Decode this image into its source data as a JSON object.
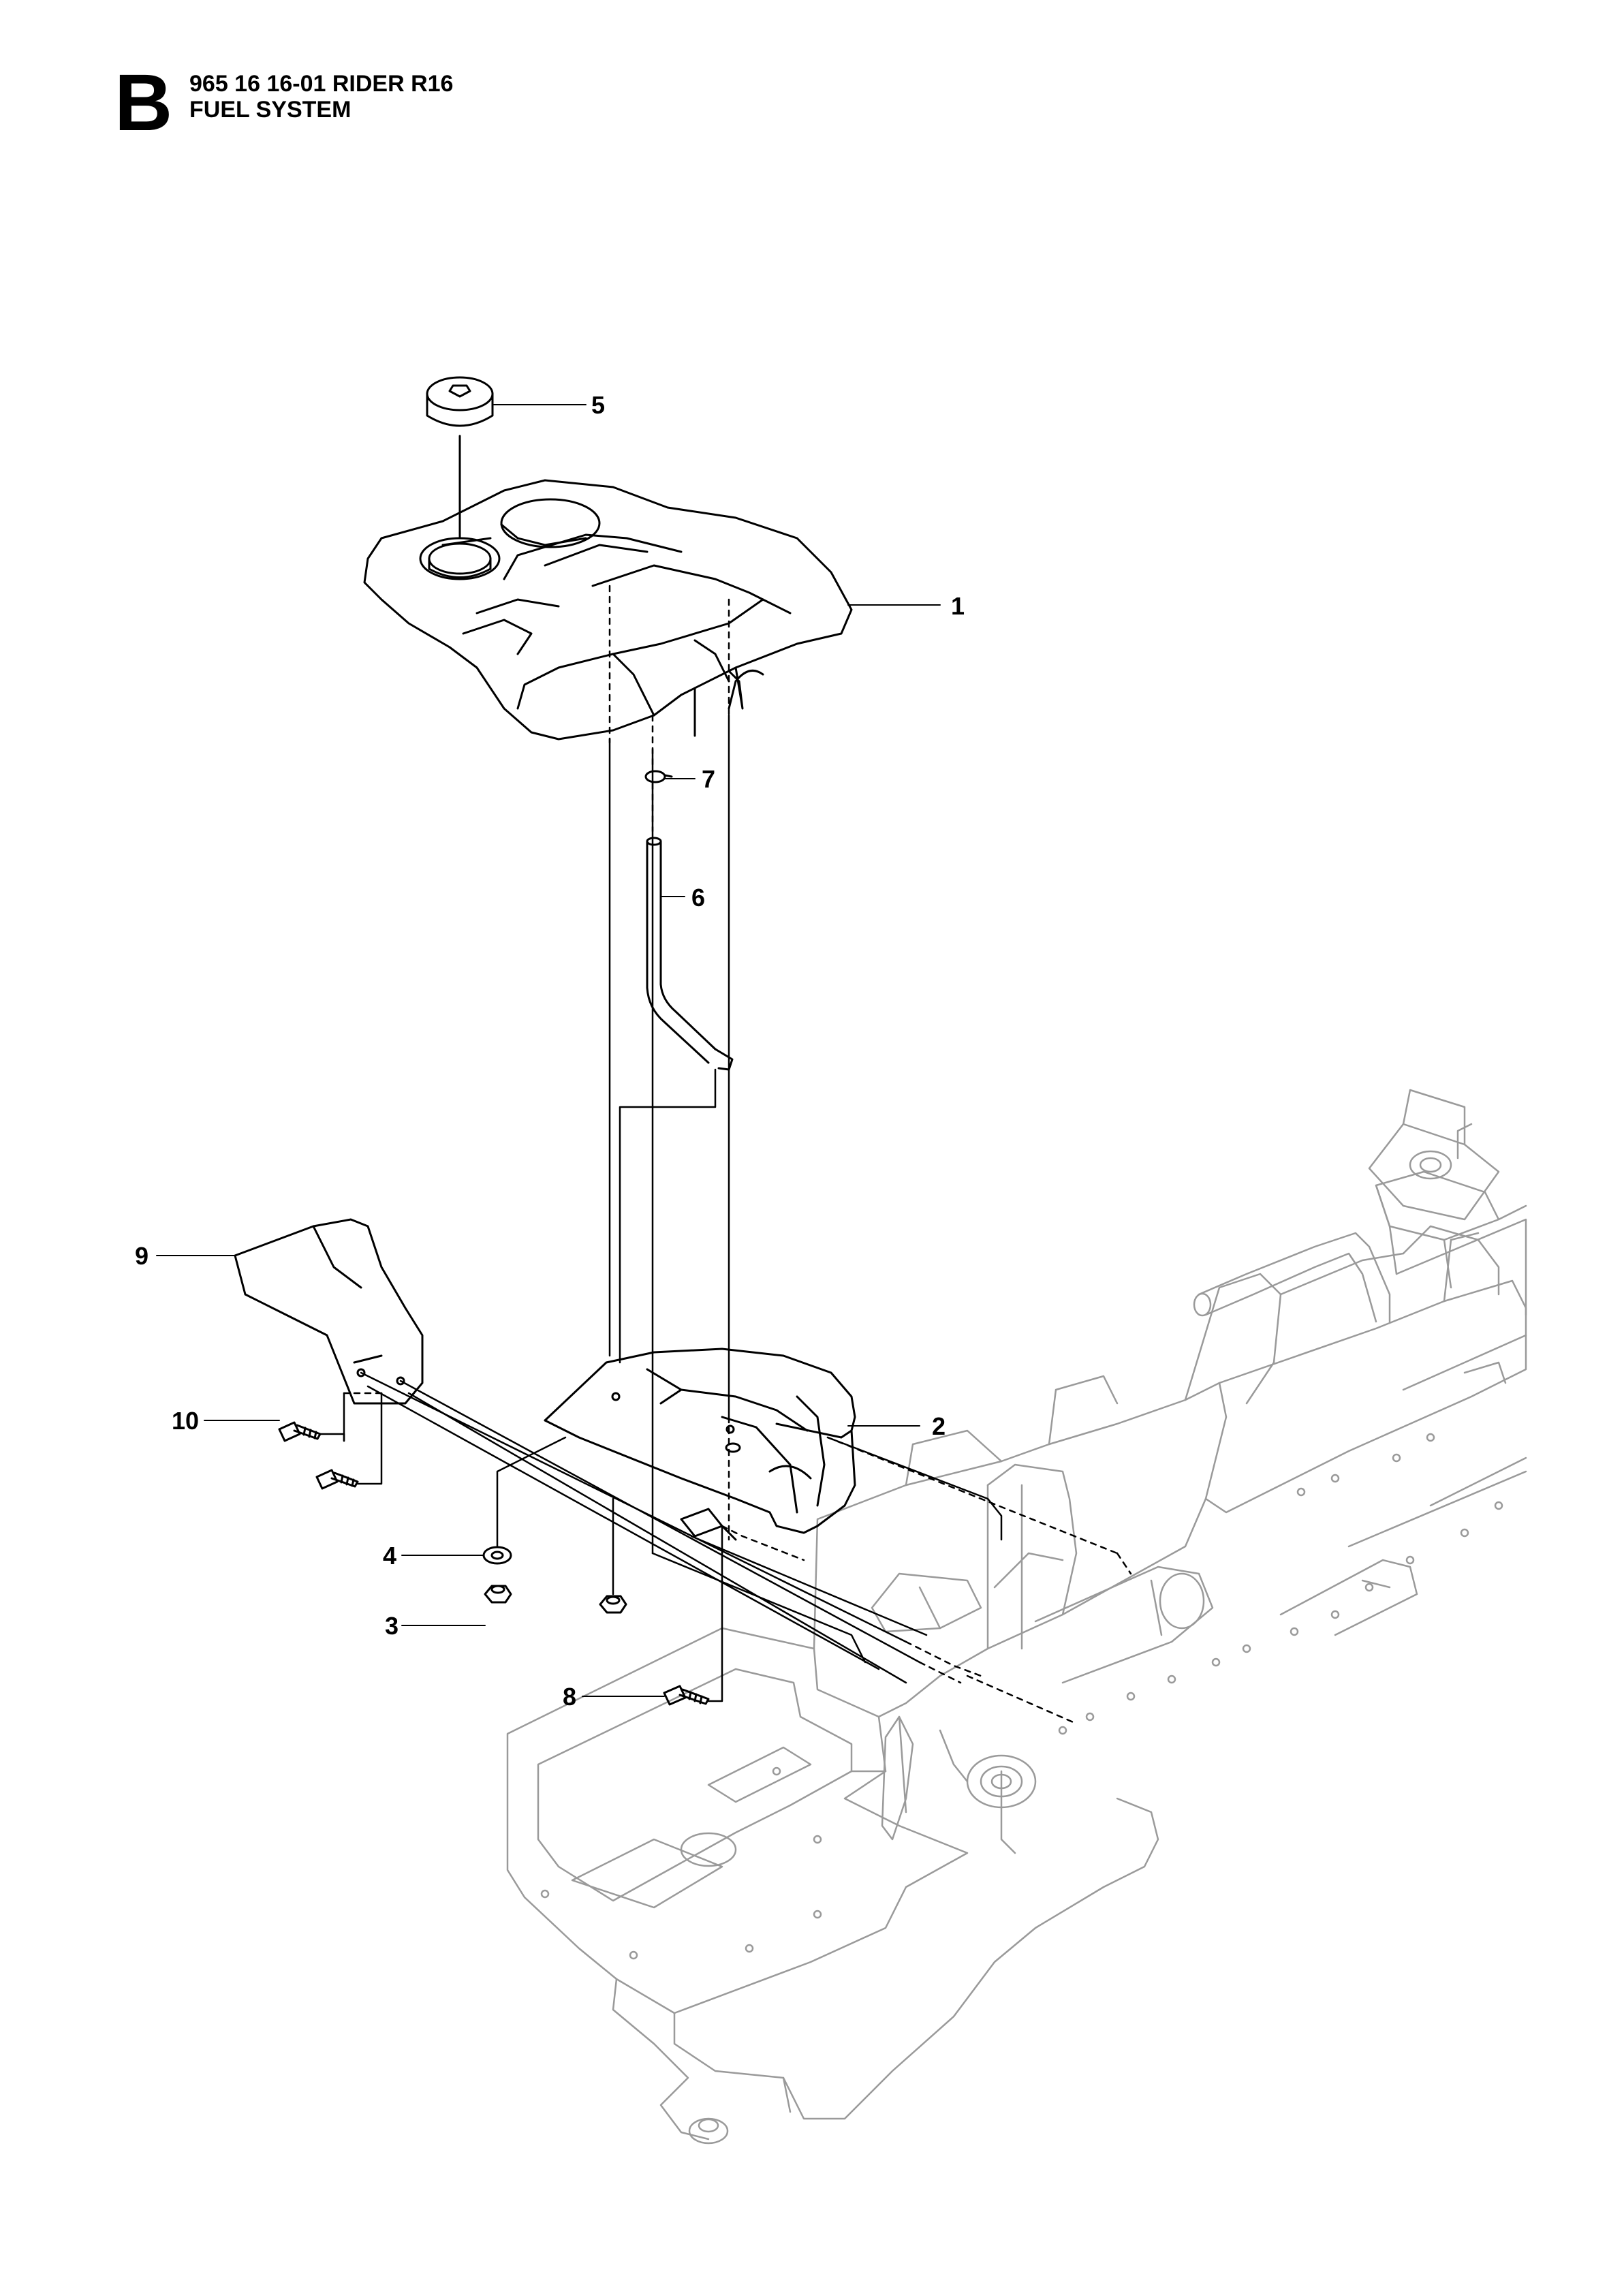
{
  "header": {
    "section_letter": "B",
    "model_line": "965 16 16-01 RIDER R16",
    "system_name": "FUEL SYSTEM"
  },
  "callouts": [
    {
      "id": "c1",
      "label": "1"
    },
    {
      "id": "c2",
      "label": "2"
    },
    {
      "id": "c3",
      "label": "3"
    },
    {
      "id": "c4",
      "label": "4"
    },
    {
      "id": "c5",
      "label": "5"
    },
    {
      "id": "c6",
      "label": "6"
    },
    {
      "id": "c7",
      "label": "7"
    },
    {
      "id": "c8",
      "label": "8"
    },
    {
      "id": "c9",
      "label": "9"
    },
    {
      "id": "c10",
      "label": "10"
    }
  ]
}
